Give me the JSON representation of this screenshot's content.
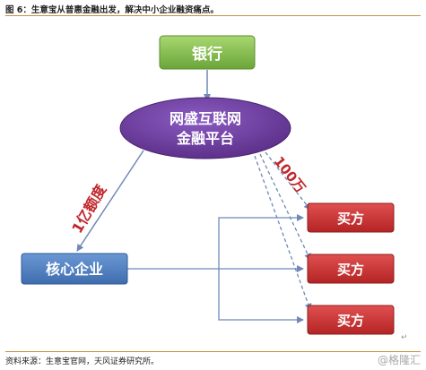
{
  "caption": "图 6：生意宝从普惠金融出发，解决中小企业融资痛点。",
  "source": "资料来源：生意宝官网，天风证券研究所。",
  "watermark": "@格隆汇",
  "nodes": {
    "bank": "银行",
    "platform_line1": "网盛互联网",
    "platform_line2": "金融平台",
    "core": "核心企业",
    "buyer1": "买方",
    "buyer2": "买方",
    "buyer3": "买方"
  },
  "labels": {
    "credit_limit": "1亿额度",
    "per_buyer": "100万"
  },
  "colors": {
    "bank": "#7cb342",
    "platform": "#6a3b9a",
    "core": "#4a78b8",
    "buyer": "#c62f2f",
    "arrow": "#6f88b8",
    "label_red": "#c0262b"
  }
}
